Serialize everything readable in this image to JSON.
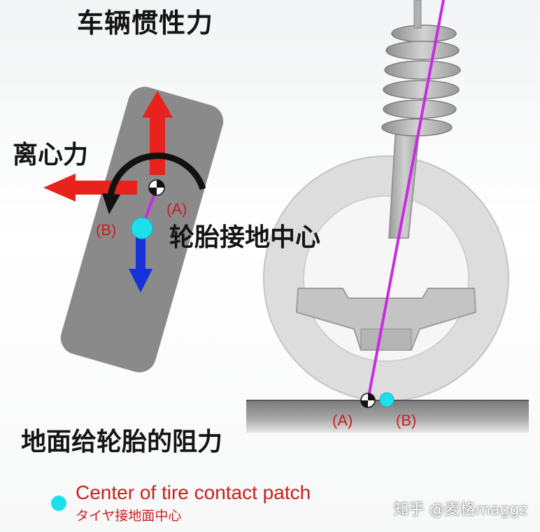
{
  "labels": {
    "inertia": "车辆惯性力",
    "centrifugal": "离心力",
    "contact_center": "轮胎接地中心",
    "ground_resistance": "地面给轮胎的阻力",
    "point_a": "(A)",
    "point_b": "(B)"
  },
  "legend": {
    "english": "Center of tire contact patch",
    "japanese": "タイヤ接地面中心"
  },
  "watermark": "知乎 @麦格maggz",
  "colors": {
    "force_red": "#e8221c",
    "force_blue": "#1432d8",
    "kingpin_axis": "#c72ce0",
    "contact_patch": "#1ee0ea",
    "label_red": "#c8201e",
    "tire_gray": "#8a8a8a"
  }
}
